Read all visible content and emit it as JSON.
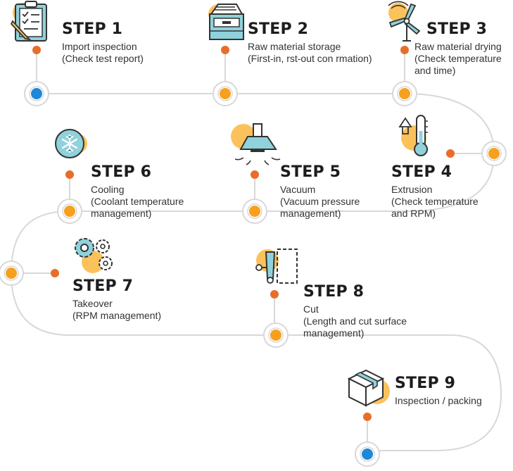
{
  "colors": {
    "path": "#d8d8d8",
    "node_orange": "#f7a01e",
    "node_blue": "#1e88d8",
    "connector_dot": "#e96d2a",
    "icon_teal": "#8fd2dc",
    "icon_accent": "#fbc25c",
    "icon_stroke": "#333333"
  },
  "steps": [
    {
      "title": "STEP 1",
      "desc": "Import inspection\n(Check test report)",
      "icon": "clipboard-icon"
    },
    {
      "title": "STEP 2",
      "desc": "Raw material storage\n(First-in,  rst-out con rmation)",
      "icon": "storage-drawer-icon"
    },
    {
      "title": "STEP 3",
      "desc": "Raw material drying\n(Check temperature\nand time)",
      "icon": "fan-icon"
    },
    {
      "title": "STEP 4",
      "desc": "Extrusion\n(Check temperature\nand RPM)",
      "icon": "thermometer-icon"
    },
    {
      "title": "STEP 5",
      "desc": "Vacuum\n(Vacuum pressure\nmanagement)",
      "icon": "vacuum-hood-icon"
    },
    {
      "title": "STEP 6",
      "desc": "Cooling\n(Coolant temperature\nmanagement)",
      "icon": "snowflake-icon"
    },
    {
      "title": "STEP 7",
      "desc": "Takeover\n(RPM management)",
      "icon": "gears-icon"
    },
    {
      "title": "STEP 8",
      "desc": "Cut\n(Length and cut surface\nmanagement)",
      "icon": "cutter-icon"
    },
    {
      "title": "STEP 9",
      "desc": "Inspection / packing",
      "icon": "package-box-icon"
    }
  ]
}
